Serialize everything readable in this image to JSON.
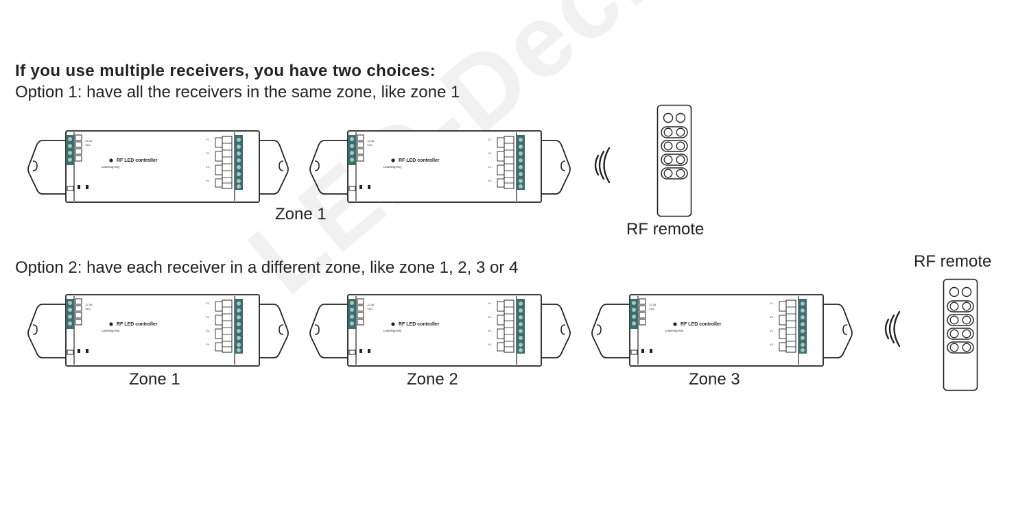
{
  "watermark": "LED-Dechodsk",
  "heading": "If you use multiple receivers, you have two choices:",
  "option1": {
    "text": "Option 1: have all the receivers in the same zone, like zone 1",
    "zone_label": "Zone 1",
    "remote_label": "RF remote"
  },
  "option2": {
    "text": "Option 2: have each receiver in a different zone, like zone 1, 2, 3 or 4",
    "zones": [
      "Zone 1",
      "Zone 2",
      "Zone 3"
    ],
    "remote_label": "RF remote"
  },
  "controller": {
    "name": "RF LED controller",
    "learning_key": "Learning Key"
  }
}
